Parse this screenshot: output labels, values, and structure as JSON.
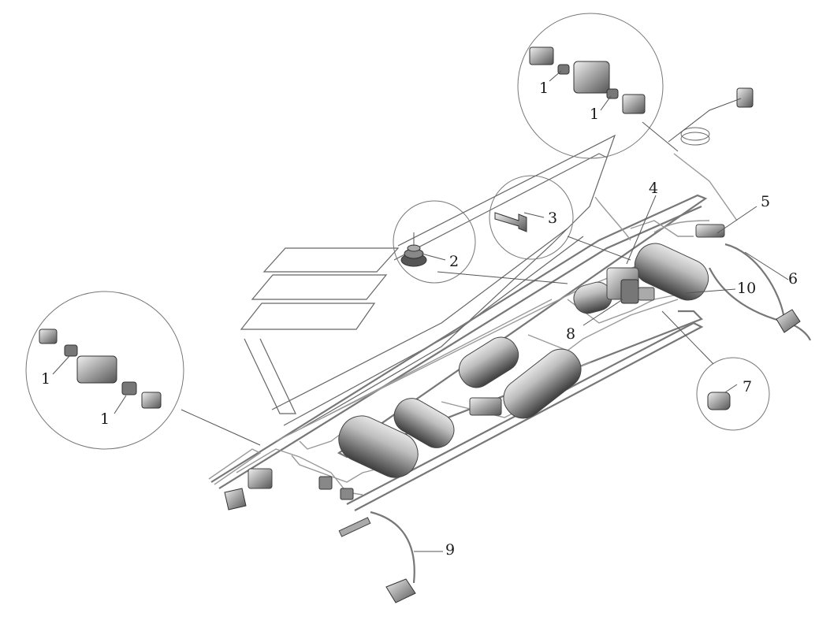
{
  "diagram": {
    "callouts": [
      "1",
      "1",
      "1",
      "1",
      "2",
      "3",
      "4",
      "5",
      "6",
      "7",
      "8",
      "9",
      "10"
    ]
  },
  "colors": {
    "line": "#555555",
    "tank_light": "#d8d8d8",
    "tank_dark": "#6a6a6a",
    "background": "#ffffff"
  }
}
